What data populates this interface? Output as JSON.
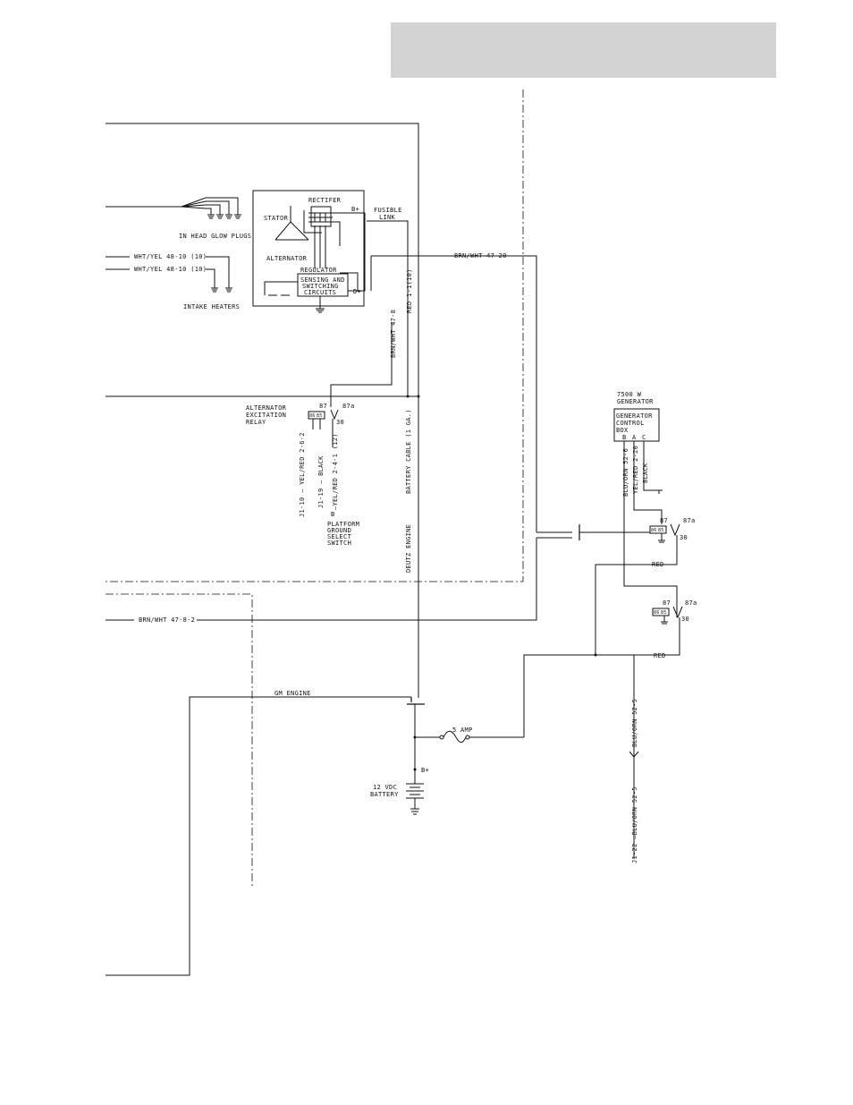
{
  "labels": {
    "rectifier": "RECTIFER",
    "stator": "STATOR",
    "alternator": "ALTERNATOR",
    "regulator": "REGULATOR",
    "sensing1": "SENSING AND",
    "sensing2": "SWITCHING",
    "sensing3": "CIRCUITS",
    "b_plus_alt": "B+",
    "d_plus": "D+",
    "fusible1": "FUSIBLE",
    "fusible2": "LINK",
    "glow_plugs": "IN HEAD GLOW PLUGS",
    "wht_yel_48_10_a": "WHT/YEL 48-10 (10)",
    "wht_yel_48_10_b": "WHT/YEL 48-10 (10)",
    "intake_heaters": "INTAKE HEATERS",
    "brn_wht_47_20": "BRN/WHT 47-20",
    "red_1_1": "RED 1-1(10)",
    "brn_wht_47_8": "BRN/WHT 47-8",
    "relay1": "ALTERNATOR",
    "relay2": "EXCITATION",
    "relay3": "RELAY",
    "r1_87": "87",
    "r1_87a": "87a",
    "r1_86": "86",
    "r1_85": "85",
    "r1_30": "30",
    "j1_10": "J1-10 — YEL/RED 2-6-2",
    "j1_19": "J1-19 — BLACK",
    "yel_red_2_4_1": "—YEL/RED 2-4-1 (12)",
    "b_term": "B",
    "platform1": "PLATFORM",
    "platform2": "GROUND",
    "platform3": "SELECT",
    "platform4": "SWITCH",
    "battery_cable": "BATTERY CABLE (1 GA.)",
    "deutz": "DEUTZ ENGINE",
    "gen1": "7500 W",
    "gen2": "GENERATOR",
    "gcb1": "GENERATOR",
    "gcb2": "CONTROL",
    "gcb3": "BOX",
    "gb": "B",
    "ga": "A",
    "gc": "C",
    "blu_orn_52_6": "BLU/ORN 52-6",
    "yel_red_2_20": "YEL/RED 2-20",
    "black": "BLACK",
    "r2_87": "87",
    "r2_87a": "87a",
    "r2_86": "86",
    "r2_85": "85",
    "r2_30": "30",
    "red_a": "RED",
    "r3_87": "87",
    "r3_87a": "87a",
    "r3_86": "86",
    "r3_85": "85",
    "r3_30": "30",
    "red_b": "RED",
    "brn_wht_47_8_2": "BRN/WHT 47-8-2",
    "gm_engine": "GM ENGINE",
    "amp": "5 AMP",
    "b_plus_batt": "B+",
    "batt1": "12 VDC",
    "batt2": "BATTERY",
    "blu_orn_52_5_top": "BLU/ORN 52-5",
    "blu_orn_52_5_bot": "J1-22 —BLU/ORN 52-5"
  }
}
